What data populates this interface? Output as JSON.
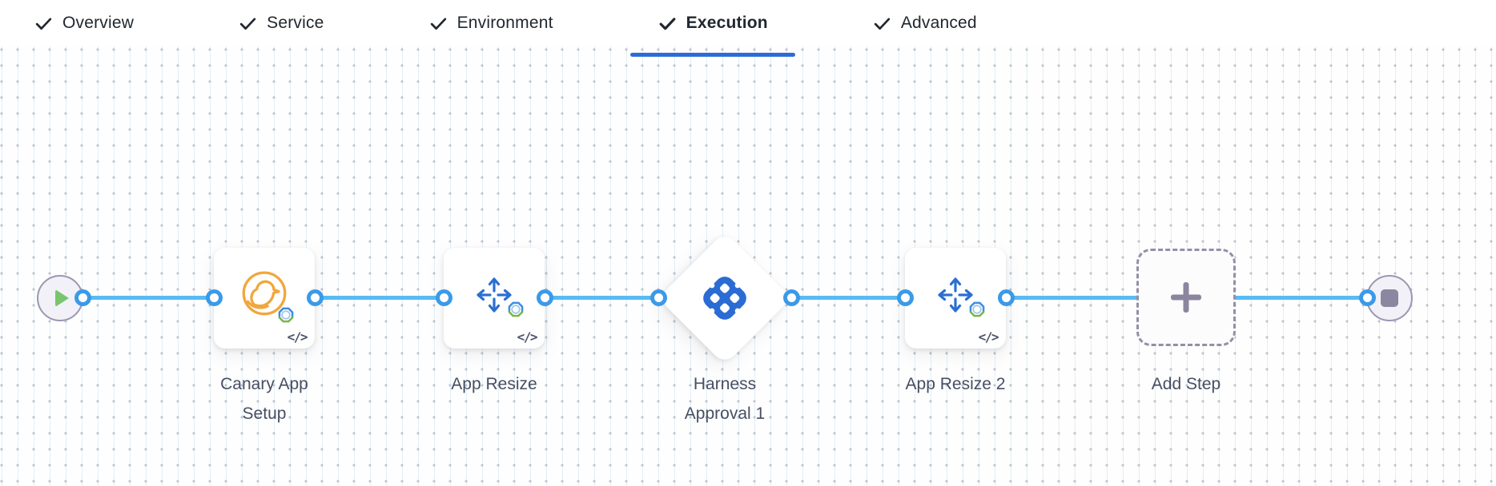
{
  "tabs": {
    "active_tab": "Execution",
    "items": [
      {
        "label": "Overview",
        "checked": true,
        "active": false
      },
      {
        "label": "Service",
        "checked": true,
        "active": false
      },
      {
        "label": "Environment",
        "checked": true,
        "active": false
      },
      {
        "label": "Execution",
        "checked": true,
        "active": true
      },
      {
        "label": "Advanced",
        "checked": true,
        "active": false
      }
    ]
  },
  "canvas": {
    "start_node": {
      "icon": "play-icon"
    },
    "end_node": {
      "icon": "stop-icon"
    },
    "steps": [
      {
        "label": "Canary App\nSetup",
        "shape": "card",
        "icon": "canary-icon",
        "code_badge": "</>"
      },
      {
        "label": "App Resize",
        "shape": "card",
        "icon": "resize-arrows-icon",
        "code_badge": "</>"
      },
      {
        "label": "Harness\nApproval 1",
        "shape": "diamond",
        "icon": "harness-approval-icon"
      },
      {
        "label": "App Resize 2",
        "shape": "card",
        "icon": "resize-arrows-icon",
        "code_badge": "</>"
      },
      {
        "label": "Add Step",
        "shape": "add",
        "icon": "plus-icon"
      }
    ]
  },
  "colors": {
    "accent_blue": "#2e6bd6",
    "connector_blue": "#58bbf2",
    "port_blue": "#3b9ae8",
    "step_icon_blue": "#2a6fd1",
    "harness_blue": "#2b6bd4",
    "canary_orange": "#f2a63b",
    "gear_green": "#7ab648",
    "start_green": "#79c56e",
    "node_gray": "#8b87a0",
    "label_text": "#454f63",
    "tab_text": "#20272f"
  }
}
